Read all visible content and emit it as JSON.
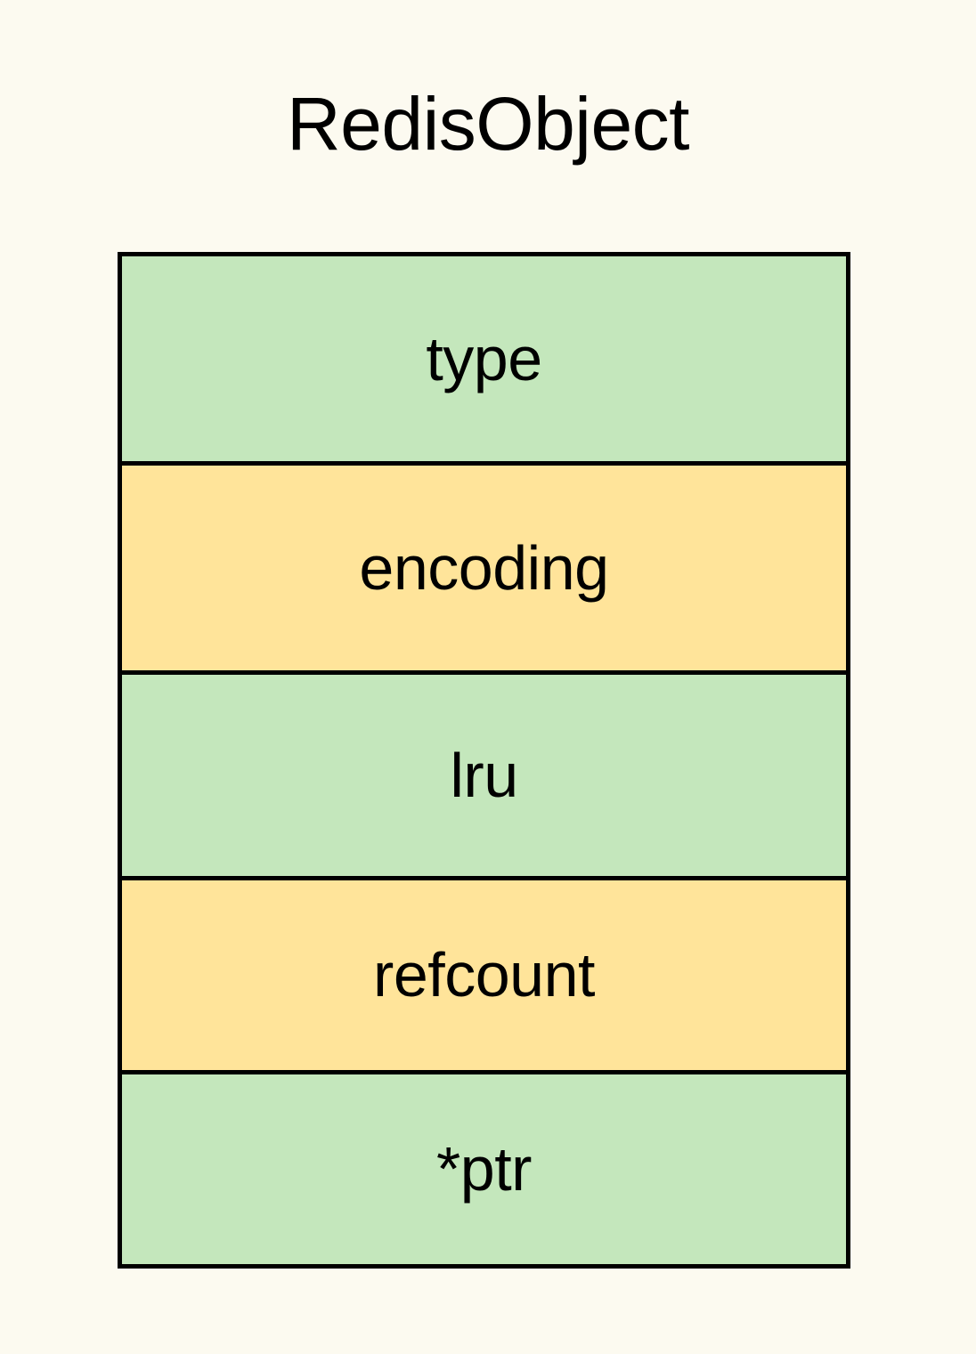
{
  "diagram": {
    "title": "RedisObject",
    "type": "struct-layout",
    "background_color": "#FCFAF0",
    "border_color": "#000000",
    "colors": {
      "green": "#C4E7BC",
      "yellow": "#FFE49A"
    },
    "fields": [
      {
        "label": "type",
        "color": "green",
        "height_class": "h-232"
      },
      {
        "label": "encoding",
        "color": "yellow",
        "height_class": "h-237"
      },
      {
        "label": "lru",
        "color": "green",
        "height_class": "h-233"
      },
      {
        "label": "refcount",
        "color": "yellow",
        "height_class": "h-220"
      },
      {
        "label": "*ptr",
        "color": "green",
        "height_class": "h-220"
      }
    ]
  }
}
